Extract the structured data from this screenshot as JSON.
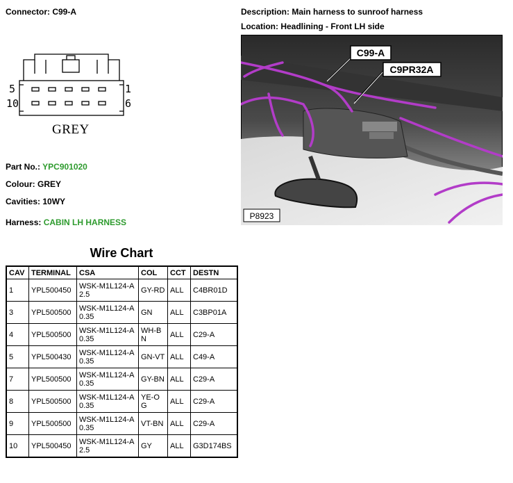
{
  "connector": {
    "label": "Connector: C99-A",
    "pin_left_top": "5",
    "pin_left_bottom": "10",
    "pin_right_top": "1",
    "pin_right_bottom": "6",
    "colour_text": "GREY"
  },
  "info": {
    "description": "Description: Main harness to sunroof harness",
    "location": "Location: Headlining - Front LH side",
    "part_no_label": "Part No.:",
    "part_no_value": "YPC901020",
    "colour": "Colour: GREY",
    "cavities": "Cavities: 10WY",
    "harness_label": "Harness:",
    "harness_value": "CABIN LH HARNESS"
  },
  "photo": {
    "callout_1": "C99-A",
    "callout_2": "C9PR32A",
    "ref": "P8923"
  },
  "wire_chart": {
    "title": "Wire Chart",
    "headers": [
      "CAV",
      "TERMINAL",
      "CSA",
      "COL",
      "CCT",
      "DESTN"
    ],
    "rows": [
      [
        "1",
        "YPL500450",
        "WSK-M1L124-A 2.5",
        "GY-RD",
        "ALL",
        "C4BR01D"
      ],
      [
        "3",
        "YPL500500",
        "WSK-M1L124-A 0.35",
        "GN",
        "ALL",
        "C3BP01A"
      ],
      [
        "4",
        "YPL500500",
        "WSK-M1L124-A 0.35",
        "WH-BN",
        "ALL",
        "C29-A"
      ],
      [
        "5",
        "YPL500430",
        "WSK-M1L124-A 0.35",
        "GN-VT",
        "ALL",
        "C49-A"
      ],
      [
        "7",
        "YPL500500",
        "WSK-M1L124-A 0.35",
        "GY-BN",
        "ALL",
        "C29-A"
      ],
      [
        "8",
        "YPL500500",
        "WSK-M1L124-A 0.35",
        "YE-OG",
        "ALL",
        "C29-A"
      ],
      [
        "9",
        "YPL500500",
        "WSK-M1L124-A 0.35",
        "VT-BN",
        "ALL",
        "C29-A"
      ],
      [
        "10",
        "YPL500450",
        "WSK-M1L124-A 2.5",
        "GY",
        "ALL",
        "G3D174BS"
      ]
    ]
  },
  "colors": {
    "link_green": "#2e9b2e",
    "harness_magenta": "#b23cc8"
  }
}
